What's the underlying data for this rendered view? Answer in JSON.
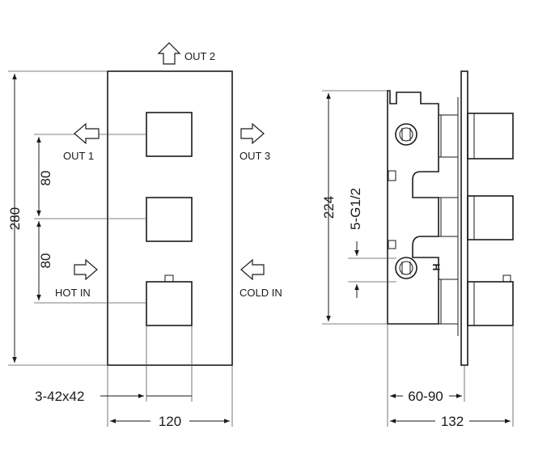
{
  "front_view": {
    "outputs": {
      "out2": "OUT 2",
      "out1": "OUT 1",
      "out3": "OUT 3"
    },
    "inputs": {
      "hot": "HOT IN",
      "cold": "COLD IN"
    },
    "dimensions": {
      "height": "280",
      "pitch_upper": "80",
      "pitch_lower": "80",
      "handle_size": "3-42x42",
      "width": "120"
    }
  },
  "side_view": {
    "marking": "H",
    "dimensions": {
      "height": "224",
      "thread": "5-G1/2",
      "depth_range": "60-90",
      "depth_total": "132"
    }
  }
}
